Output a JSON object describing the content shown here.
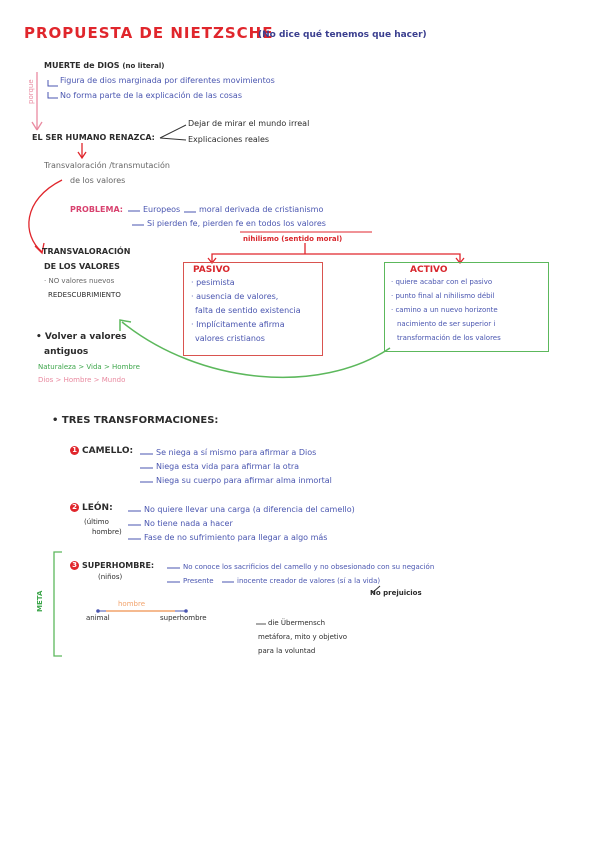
{
  "header": {
    "title": "PROPUESTA DE NIETZSCHE",
    "subtitle": "(No dice qué tenemos que hacer)"
  },
  "muerte": {
    "heading": "MUERTE de DIOS",
    "heading_note": "(no literal)",
    "items": [
      "Figura de dios marginada por diferentes movimientos",
      "No forma parte de la explicación de las cosas"
    ],
    "side_label": "porque"
  },
  "renace": {
    "label": "EL SER HUMANO RENAZCA:",
    "items": [
      "Dejar de mirar el mundo irreal",
      "Explicaciones reales"
    ]
  },
  "transmutacion": {
    "line1": "Transvaloración /transmutación",
    "line2": "de los valores"
  },
  "problema": {
    "label": "PROBLEMA:",
    "line1_a": "Europeos",
    "line1_b": "moral derivada de cristianismo",
    "line2": "Si pierden fe, pierden fe en todos los valores",
    "nihilismo": "nihilismo (sentido moral)"
  },
  "transvaloracion": {
    "line1": "TRANSVALORACIÓN",
    "line2": "DE LOS VALORES",
    "item1": "NO valores nuevos",
    "item2": "REDESCUBRIMIENTO"
  },
  "pasivo": {
    "heading": "PASIVO",
    "items": [
      "pesimista",
      "ausencia de valores,",
      "falta de sentido existencia",
      "Implícitamente afirma",
      "valores cristianos"
    ]
  },
  "activo": {
    "heading": "ACTIVO",
    "items": [
      "quiere acabar con el pasivo",
      "punto final al nihilismo débil",
      "camino a un nuevo horizonte",
      "nacimiento de ser superior i",
      "transformación de los valores"
    ]
  },
  "volver": {
    "line1": "Volver a valores",
    "line2": "antiguos",
    "green_line": "Naturaleza > Vida > Hombre",
    "pink_line": "Dios > Hombre > Mundo"
  },
  "tres": {
    "heading": "TRES TRANSFORMACIONES:",
    "camello": {
      "num": "1",
      "label": "CAMELLO:",
      "items": [
        "Se niega a sí mismo para afirmar a Dios",
        "Niega esta vida para afirmar la otra",
        "Niega su cuerpo para afirmar alma inmortal"
      ]
    },
    "leon": {
      "num": "2",
      "label": "LEÓN:",
      "note_line1": "(último",
      "note_line2": "hombre)",
      "items": [
        "No quiere llevar una carga (a diferencia del camello)",
        "No tiene nada a hacer",
        "Fase de no sufrimiento para llegar a algo más"
      ]
    },
    "super": {
      "num": "3",
      "label": "SUPERHOMBRE:",
      "note": "(niños)",
      "item1": "No conoce los sacrificios del camello y no obsesionado con su negación",
      "item2": "Presente",
      "item2_b": "inocente creador de valores (sí a la vida)",
      "item2_note": "No prejuicios",
      "meta": "META",
      "scale_left": "animal",
      "scale_mid": "hombre",
      "scale_right": "superhombre"
    },
    "ubermensch": {
      "line1": "die Übermensch",
      "line2": "metáfora, mito y objetivo",
      "line3": "para la voluntad"
    }
  },
  "colors": {
    "title_red": "#e0262c",
    "blue_text": "#4a56b0",
    "box_red": "#d9534f",
    "box_green": "#5cb85c",
    "pink": "#e98aa0"
  }
}
